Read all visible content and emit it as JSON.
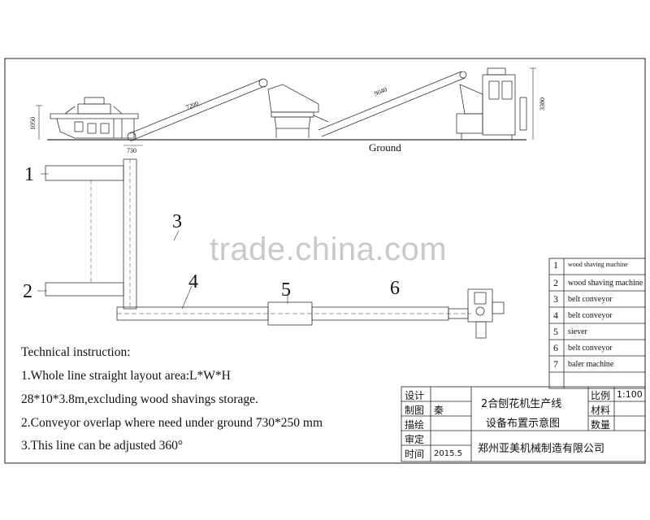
{
  "elevation": {
    "ground_label": "Ground",
    "dimensions": {
      "left_height": "1050",
      "conveyor1_length": "7200",
      "overlap": "730",
      "conveyor2_length": "9040",
      "right_height": "3380"
    }
  },
  "plan": {
    "labels": [
      "1",
      "2",
      "3",
      "4",
      "5",
      "6"
    ]
  },
  "watermark": "trade.china.com",
  "notes": {
    "heading": "Technical instruction:",
    "line1": "1.Whole line straight layout area:L*W*H",
    "line2": "28*10*3.8m,excluding wood shavings storage.",
    "line3": "2.Conveyor overlap where need under ground 730*250 mm",
    "line4": "3.This line can be adjusted 360°"
  },
  "parts": [
    {
      "no": "1",
      "name": "wood shaving machine"
    },
    {
      "no": "2",
      "name": "wood shaving machine"
    },
    {
      "no": "3",
      "name": "belt conveyor"
    },
    {
      "no": "4",
      "name": "belt conveyor"
    },
    {
      "no": "5",
      "name": "siever"
    },
    {
      "no": "6",
      "name": "belt conveyor"
    },
    {
      "no": "7",
      "name": "baler machine"
    }
  ],
  "title_block": {
    "design": "设计",
    "draw": "制图",
    "drawer": "秦",
    "trace": "描绘",
    "review": "审定",
    "time": "时间",
    "date": "2015.5",
    "title_line1": "2合刨花机生产线",
    "title_line2": "设备布置示意图",
    "scale_label": "比例",
    "scale_value": "1:100",
    "material_label": "材料",
    "quantity_label": "数量",
    "company": "郑州亚美机械制造有限公司"
  }
}
